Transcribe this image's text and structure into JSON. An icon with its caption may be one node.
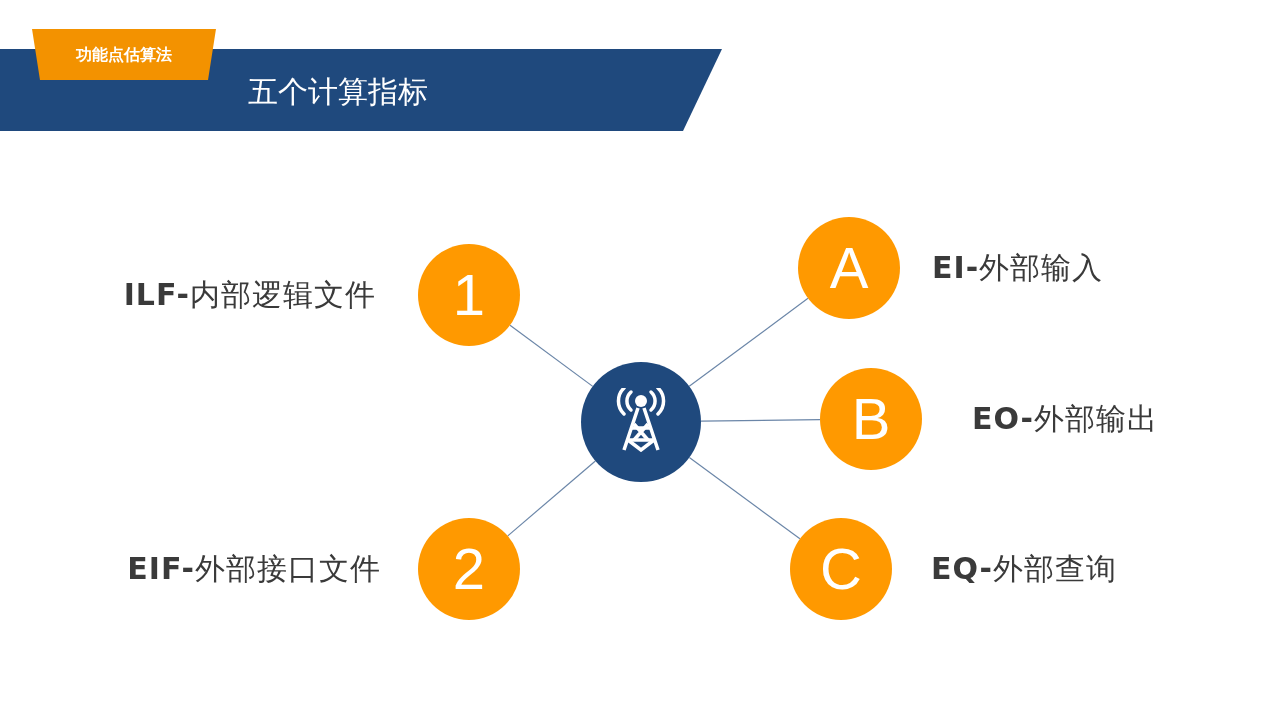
{
  "diagram": {
    "title": "五个计算指标",
    "nodes": [
      {
        "text": [],
        "shape": "circle"
      },
      {
        "text": [
          "1"
        ],
        "beside": [
          "**ILF-**内部逻辑文件"
        ]
      },
      {
        "text": [
          "2"
        ],
        "beside": [
          "**EIF-**外部接口文件"
        ]
      },
      {
        "text": [
          "A"
        ],
        "beside": [
          "**EI-**外部输入"
        ]
      },
      {
        "text": [
          "B"
        ],
        "beside": [
          "**EO-**外部输出"
        ]
      },
      {
        "text": [
          "C"
        ],
        "beside": [
          "**EQ-**外部查询"
        ]
      }
    ],
    "edges": [
      {
        "from": 0,
        "to": 1,
        "arrow": "none"
      },
      {
        "from": 0,
        "to": 2,
        "arrow": "none"
      },
      {
        "from": 0,
        "to": 3,
        "arrow": "none"
      },
      {
        "from": 0,
        "to": 4,
        "arrow": "none"
      },
      {
        "from": 0,
        "to": 5,
        "arrow": "none"
      }
    ],
    "labels": [
      "功能点估算法"
    ]
  }
}
